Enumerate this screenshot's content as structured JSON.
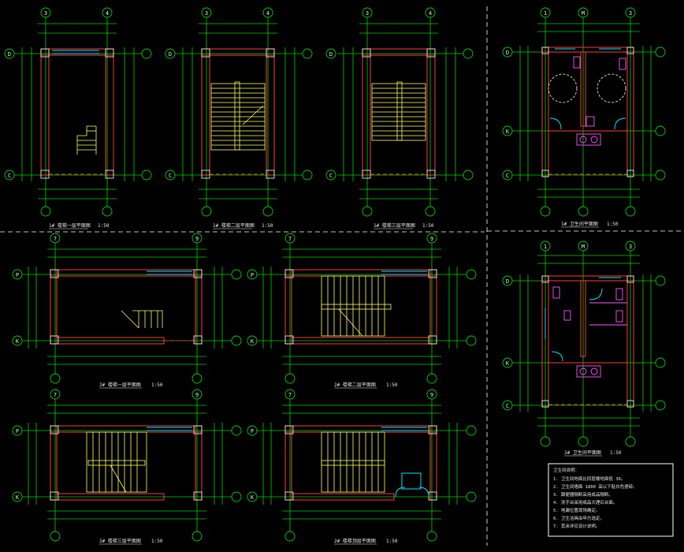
{
  "plans": [
    {
      "title": "1# 楼梯一层平面图",
      "scale": "1:50",
      "axes": {
        "top": [
          "3",
          "4"
        ],
        "left": [
          "D",
          "C"
        ]
      }
    },
    {
      "title": "1# 楼梯二层平面图",
      "scale": "1:50",
      "axes": {
        "top": [
          "3",
          "4"
        ],
        "left": [
          "D",
          "C"
        ]
      }
    },
    {
      "title": "1# 楼梯三层平面图",
      "scale": "1:50",
      "axes": {
        "top": [
          "3",
          "4"
        ],
        "left": [
          "D",
          "C"
        ]
      }
    },
    {
      "title": "1# 卫生间平面图",
      "scale": "1:50",
      "axes": {
        "top": [
          "1",
          "M",
          "3"
        ],
        "left": [
          "D",
          "K",
          "C"
        ]
      }
    },
    {
      "title": "2# 楼梯一层平面图",
      "scale": "1:50",
      "axes": {
        "top": [
          "7",
          "9"
        ],
        "left": [
          "P",
          "K"
        ]
      }
    },
    {
      "title": "2# 楼梯二层平面图",
      "scale": "1:50",
      "axes": {
        "top": [
          "7",
          "9"
        ],
        "left": [
          "P",
          "K"
        ]
      }
    },
    {
      "title": "2# 卫生间平面图",
      "scale": "1:50",
      "axes": {
        "top": [
          "1",
          "M",
          "3"
        ],
        "left": [
          "D",
          "K",
          "C"
        ]
      }
    },
    {
      "title": "2# 楼梯三层平面图",
      "scale": "1:50",
      "axes": {
        "top": [
          "7",
          "9"
        ],
        "left": [
          "P",
          "K"
        ]
      }
    },
    {
      "title": "2# 楼梯顶层平面图",
      "scale": "1:50",
      "axes": {
        "top": [
          "7",
          "9"
        ],
        "left": [
          "P",
          "K"
        ]
      }
    }
  ],
  "notes": {
    "heading": "卫生间说明：",
    "items": [
      "1. 卫生间地面比同层楼地面低 30。",
      "2. 卫生间墙面 1800 高以下贴白色瓷砖。",
      "3. 蹲便器隔断采用成品隔断。",
      "4. 洗手台采用成品大理石台面。",
      "5. 地漏位置现场确定。",
      "6. 卫生洁具由甲方选定。",
      "7. 其余详见设计说明。"
    ]
  },
  "colors": {
    "wall": "#ff3a3a",
    "dimension": "#00d000",
    "stair": "#ffff66",
    "window": "#00e5ff",
    "fixture": "#ff55ff",
    "text": "#e8e8e8"
  }
}
